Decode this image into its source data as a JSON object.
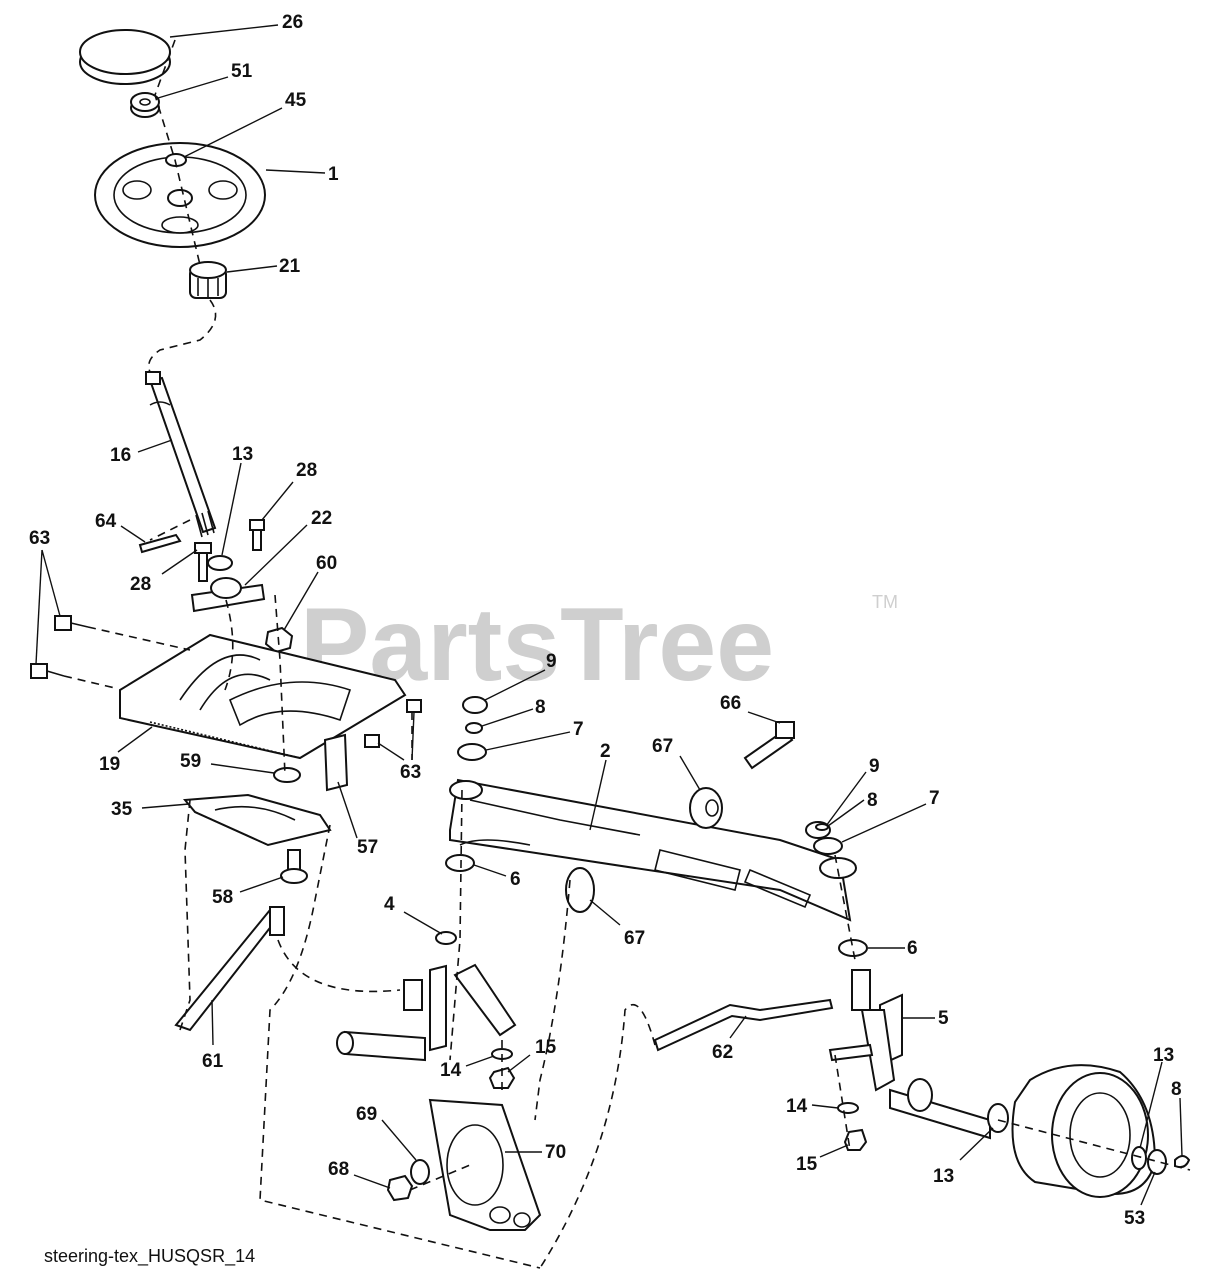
{
  "watermark": {
    "text": "PartsTree",
    "trademark": "TM"
  },
  "caption": "steering-tex_HUSQSR_14",
  "callouts": [
    {
      "id": "c-26",
      "text": "26"
    },
    {
      "id": "c-51",
      "text": "51"
    },
    {
      "id": "c-45",
      "text": "45"
    },
    {
      "id": "c-1",
      "text": "1"
    },
    {
      "id": "c-21",
      "text": "21"
    },
    {
      "id": "c-16",
      "text": "16"
    },
    {
      "id": "c-13a",
      "text": "13"
    },
    {
      "id": "c-28a",
      "text": "28"
    },
    {
      "id": "c-64",
      "text": "64"
    },
    {
      "id": "c-22",
      "text": "22"
    },
    {
      "id": "c-63a",
      "text": "63"
    },
    {
      "id": "c-28b",
      "text": "28"
    },
    {
      "id": "c-60",
      "text": "60"
    },
    {
      "id": "c-19",
      "text": "19"
    },
    {
      "id": "c-59",
      "text": "59"
    },
    {
      "id": "c-63b",
      "text": "63"
    },
    {
      "id": "c-35",
      "text": "35"
    },
    {
      "id": "c-57",
      "text": "57"
    },
    {
      "id": "c-58",
      "text": "58"
    },
    {
      "id": "c-9a",
      "text": "9"
    },
    {
      "id": "c-8a",
      "text": "8"
    },
    {
      "id": "c-7a",
      "text": "7"
    },
    {
      "id": "c-66",
      "text": "66"
    },
    {
      "id": "c-2",
      "text": "2"
    },
    {
      "id": "c-67a",
      "text": "67"
    },
    {
      "id": "c-9b",
      "text": "9"
    },
    {
      "id": "c-8b",
      "text": "8"
    },
    {
      "id": "c-7b",
      "text": "7"
    },
    {
      "id": "c-6a",
      "text": "6"
    },
    {
      "id": "c-4",
      "text": "4"
    },
    {
      "id": "c-67b",
      "text": "67"
    },
    {
      "id": "c-6b",
      "text": "6"
    },
    {
      "id": "c-5",
      "text": "5"
    },
    {
      "id": "c-61",
      "text": "61"
    },
    {
      "id": "c-62",
      "text": "62"
    },
    {
      "id": "c-15a",
      "text": "15"
    },
    {
      "id": "c-14a",
      "text": "14"
    },
    {
      "id": "c-14b",
      "text": "14"
    },
    {
      "id": "c-13b",
      "text": "13"
    },
    {
      "id": "c-8c",
      "text": "8"
    },
    {
      "id": "c-69",
      "text": "69"
    },
    {
      "id": "c-70",
      "text": "70"
    },
    {
      "id": "c-68",
      "text": "68"
    },
    {
      "id": "c-15b",
      "text": "15"
    },
    {
      "id": "c-13c",
      "text": "13"
    },
    {
      "id": "c-53",
      "text": "53"
    }
  ]
}
